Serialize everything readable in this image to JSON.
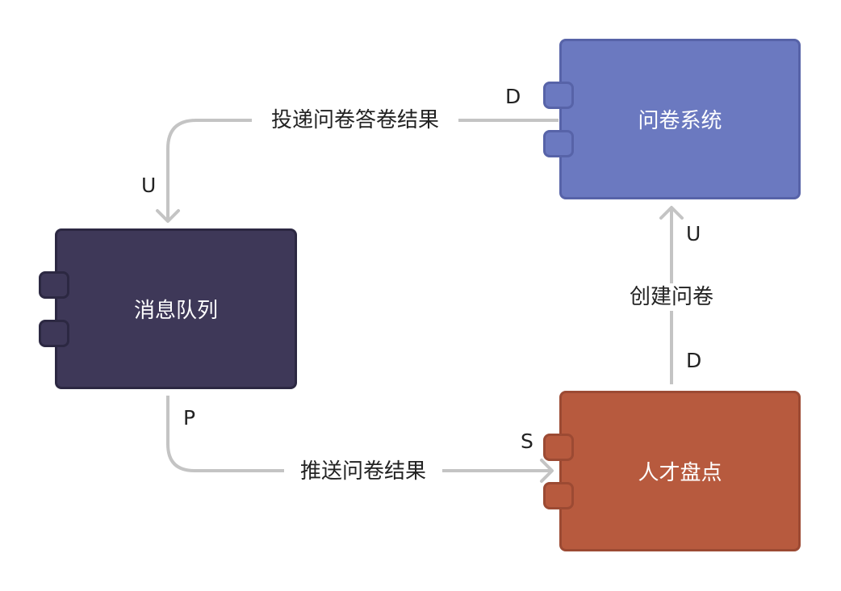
{
  "components": {
    "survey": {
      "label": "问卷系统",
      "color": "#6b79c0"
    },
    "mq": {
      "label": "消息队列",
      "color": "#3e3858"
    },
    "talent": {
      "label": "人才盘点",
      "color": "#b75a3e"
    }
  },
  "edges": {
    "deliver": {
      "label": "投递问卷答卷结果",
      "from_role": "D",
      "to_role": "U"
    },
    "push": {
      "label": "推送问卷结果",
      "from_role": "P",
      "to_role": "S"
    },
    "create": {
      "label": "创建问卷",
      "from_role": "D",
      "to_role": "U"
    }
  },
  "colors": {
    "link": "#c4c4c4",
    "text": "#222222"
  }
}
